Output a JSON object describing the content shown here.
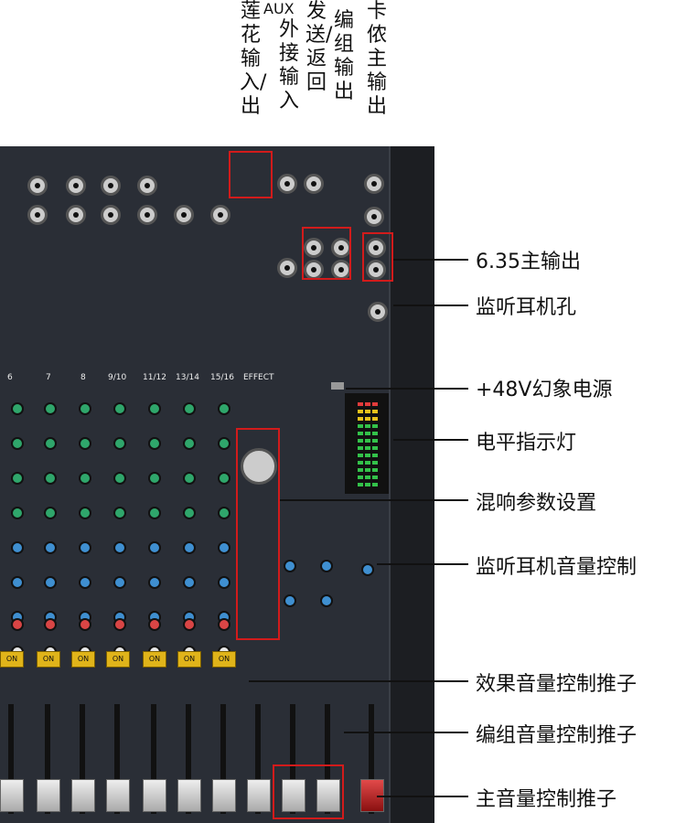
{
  "top_labels": [
    {
      "id": "rca-io",
      "text": "莲花输入/出"
    },
    {
      "id": "aux-ext",
      "text": "外接输入"
    },
    {
      "id": "effect-send-return",
      "text": "发送/返回"
    },
    {
      "id": "group-out",
      "text": "编组输出"
    },
    {
      "id": "xlr-main",
      "text": "卡侬主输出"
    }
  ],
  "top_aux_tag": "AUX",
  "channel_labels": [
    "6",
    "7",
    "8",
    "9/10",
    "11/12",
    "13/14",
    "15/16",
    "EFFECT"
  ],
  "callouts": [
    {
      "id": "main-out-635",
      "text": "6.35主输出"
    },
    {
      "id": "headphone-jack",
      "text": "监听耳机孔"
    },
    {
      "id": "phantom-power",
      "text": "+48V幻象电源"
    },
    {
      "id": "level-meter",
      "text": "电平指示灯"
    },
    {
      "id": "reverb-params",
      "text": "混响参数设置"
    },
    {
      "id": "headphone-volume",
      "text": "监听耳机音量控制"
    },
    {
      "id": "effect-fader",
      "text": "效果音量控制推子"
    },
    {
      "id": "group-fader",
      "text": "编组音量控制推子"
    },
    {
      "id": "main-fader",
      "text": "主音量控制推子"
    }
  ],
  "on_label": "ON",
  "colors": {
    "panel": "#2a2e36",
    "highlight": "#d21b1b",
    "eq_knob": "#2fa66b",
    "aux_knob": "#3f8fd0",
    "pan_knob": "#d94545",
    "on_button": "#e0b41a"
  }
}
